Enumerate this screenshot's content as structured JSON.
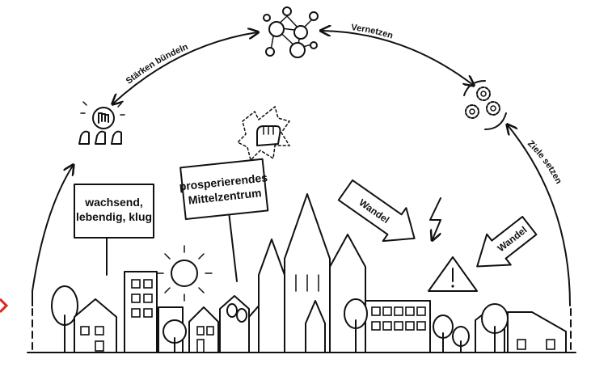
{
  "labels": {
    "staerken": "Stärken bündeln",
    "vernetzen": "Vernetzen",
    "ziele": "Ziele setzen"
  },
  "signs": {
    "left": [
      "wachsend,",
      "lebendig, klug"
    ],
    "center": [
      "prosperierendes",
      "Mittelzentrum"
    ]
  },
  "wandel": {
    "arrow1": "Wandel",
    "arrow2": "Wandel"
  },
  "icons": {
    "network": "network-people-icon",
    "fist_group": "raised-fist-group-icon",
    "gears": "gears-cycle-icon",
    "fist_burst": "raised-fist-burst-icon",
    "lightning": "lightning-icon",
    "warning": "warning-triangle-icon",
    "sun": "sun-icon",
    "masks": "theater-masks-icon"
  },
  "colors": {
    "line": "#111111",
    "background": "#ffffff",
    "marker": "#e2231a"
  }
}
